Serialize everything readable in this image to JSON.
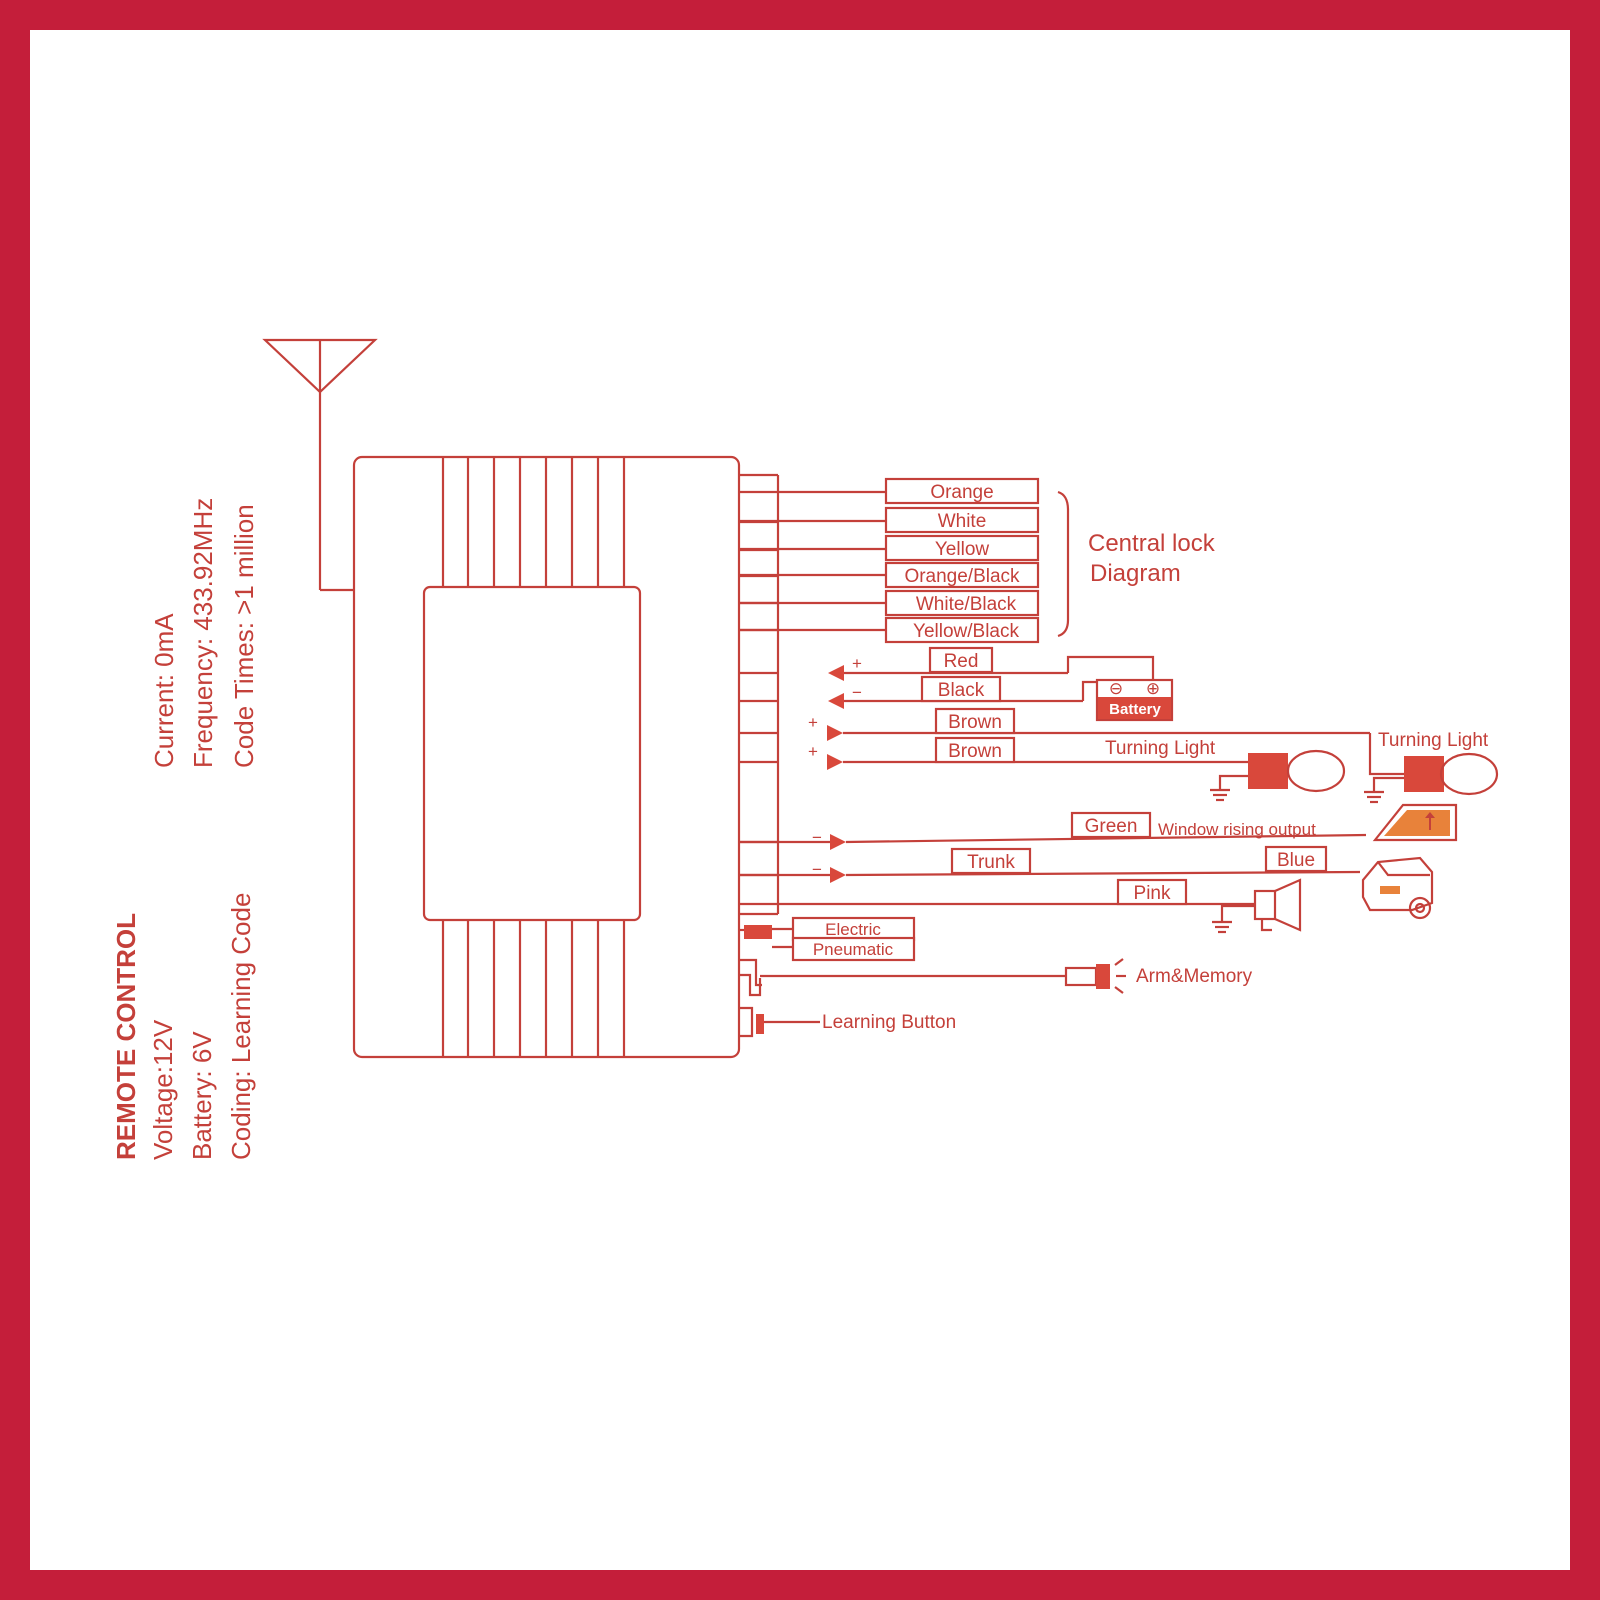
{
  "colors": {
    "frame": "#c41e3a",
    "ink": "#c4403a",
    "fill": "#d9483b",
    "window_fill": "#e8823a"
  },
  "spec": {
    "title": "REMOTE CONTROL",
    "voltage": "Voltage:12V",
    "battery": "Battery: 6V",
    "coding": "Coding: Learning Code",
    "current": "Current: 0mA",
    "frequency": "Frequency: 433.92MHz",
    "code_times": "Code Times: >1 million"
  },
  "central_lock": {
    "title_line1": "Central lock",
    "title_line2": "Diagram",
    "wires": [
      "Orange",
      "White",
      "Yellow",
      "Orange/Black",
      "White/Black",
      "Yellow/Black"
    ]
  },
  "power": {
    "red": "Red",
    "black": "Black",
    "plus": "+",
    "minus": "−",
    "battery_label": "Battery",
    "battery_minus": "⊖",
    "battery_plus": "⊕"
  },
  "turning": {
    "brown1": "Brown",
    "brown2": "Brown",
    "plus1": "+",
    "plus2": "+",
    "light_left": "Turning Light",
    "light_right": "Turning Light"
  },
  "outputs": {
    "green": "Green",
    "window": "Window rising output",
    "minus_green": "−",
    "trunk": "Trunk",
    "blue": "Blue",
    "minus_trunk": "−",
    "pink": "Pink"
  },
  "switch": {
    "electric": "Electric",
    "pneumatic": "Pneumatic"
  },
  "led": {
    "label": "Arm&Memory"
  },
  "learn": {
    "label": "Learning Button"
  }
}
